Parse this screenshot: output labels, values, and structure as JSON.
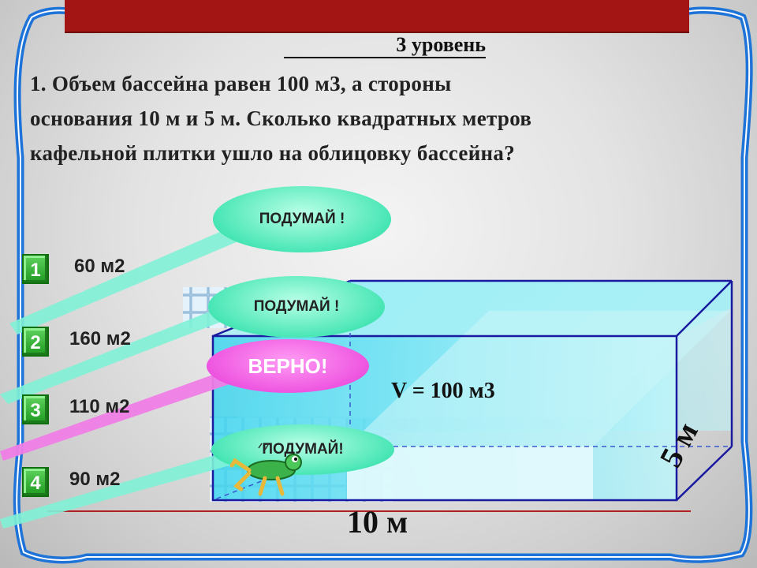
{
  "header": {
    "level": "3 уровень"
  },
  "question": {
    "line1": "1. Объем бассейна равен 100 м3, а стороны",
    "line2": "основания 10 м и 5 м. Сколько квадратных метров",
    "line3": "кафельной плитки ушло на облицовку бассейна?"
  },
  "answers": [
    {
      "number": "1",
      "text": "60 м2"
    },
    {
      "number": "2",
      "text": "160 м2"
    },
    {
      "number": "3",
      "text": "110 м2"
    },
    {
      "number": "4",
      "text": "90 м2"
    }
  ],
  "feedback": {
    "think": "ПОДУМАЙ !",
    "think_last": "ПОДУМАЙ!",
    "correct": "ВЕРНО!"
  },
  "pool": {
    "volume_label": "V = 100 м3",
    "length_label": "10 м",
    "width_label": "5 м"
  },
  "colors": {
    "frame_blue": "#1e73d8",
    "top_bar": "#a31515",
    "answer_button": "#2aa82a",
    "think_bubble": "#49e6b5",
    "correct_bubble": "#ee55e0",
    "pool_water": "#6fe8f5",
    "pool_edge": "#1a1aa0"
  },
  "icons": {
    "mascot": "frog-icon"
  }
}
